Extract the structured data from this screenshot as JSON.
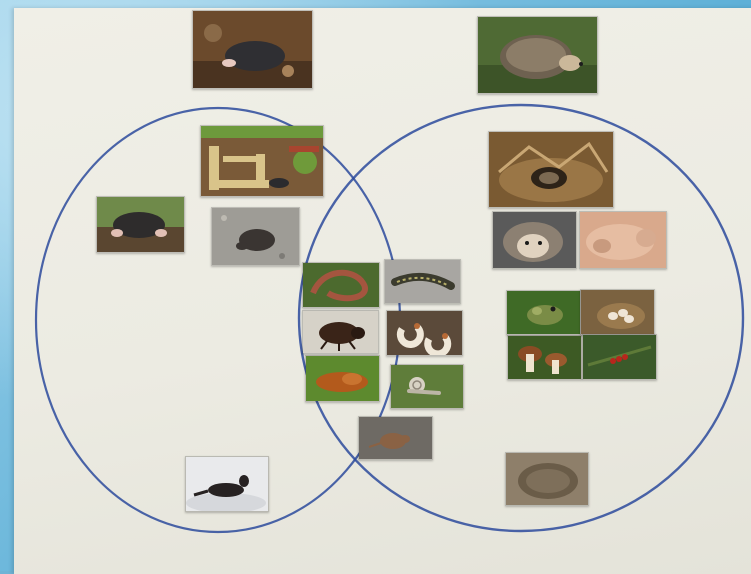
{
  "scene": {
    "background": "#6fb4d6",
    "poster_color": "#ecebe2",
    "circle_color": "#2b4a9c"
  },
  "photos": {
    "top_left": "mole-on-soil",
    "top_right": "hedgehog-on-grass",
    "left_1": "mole-tunnel-diagram",
    "left_2": "mole-emerging",
    "left_3": "shrew-on-gravel",
    "left_4": "mole-in-snow",
    "center_1": "earthworm",
    "center_2": "caterpillar",
    "center_3": "beetle",
    "center_4": "grubs",
    "center_5": "slug",
    "center_6": "snail",
    "center_7": "shrew",
    "right_1": "hedgehog-nest",
    "right_2": "baby-hedgehog",
    "right_3": "hedgehog-in-hand",
    "right_4": "frog",
    "right_5": "bird-eggs",
    "right_6": "mushrooms",
    "right_7": "berries",
    "right_8": "hedgehog-curled"
  }
}
